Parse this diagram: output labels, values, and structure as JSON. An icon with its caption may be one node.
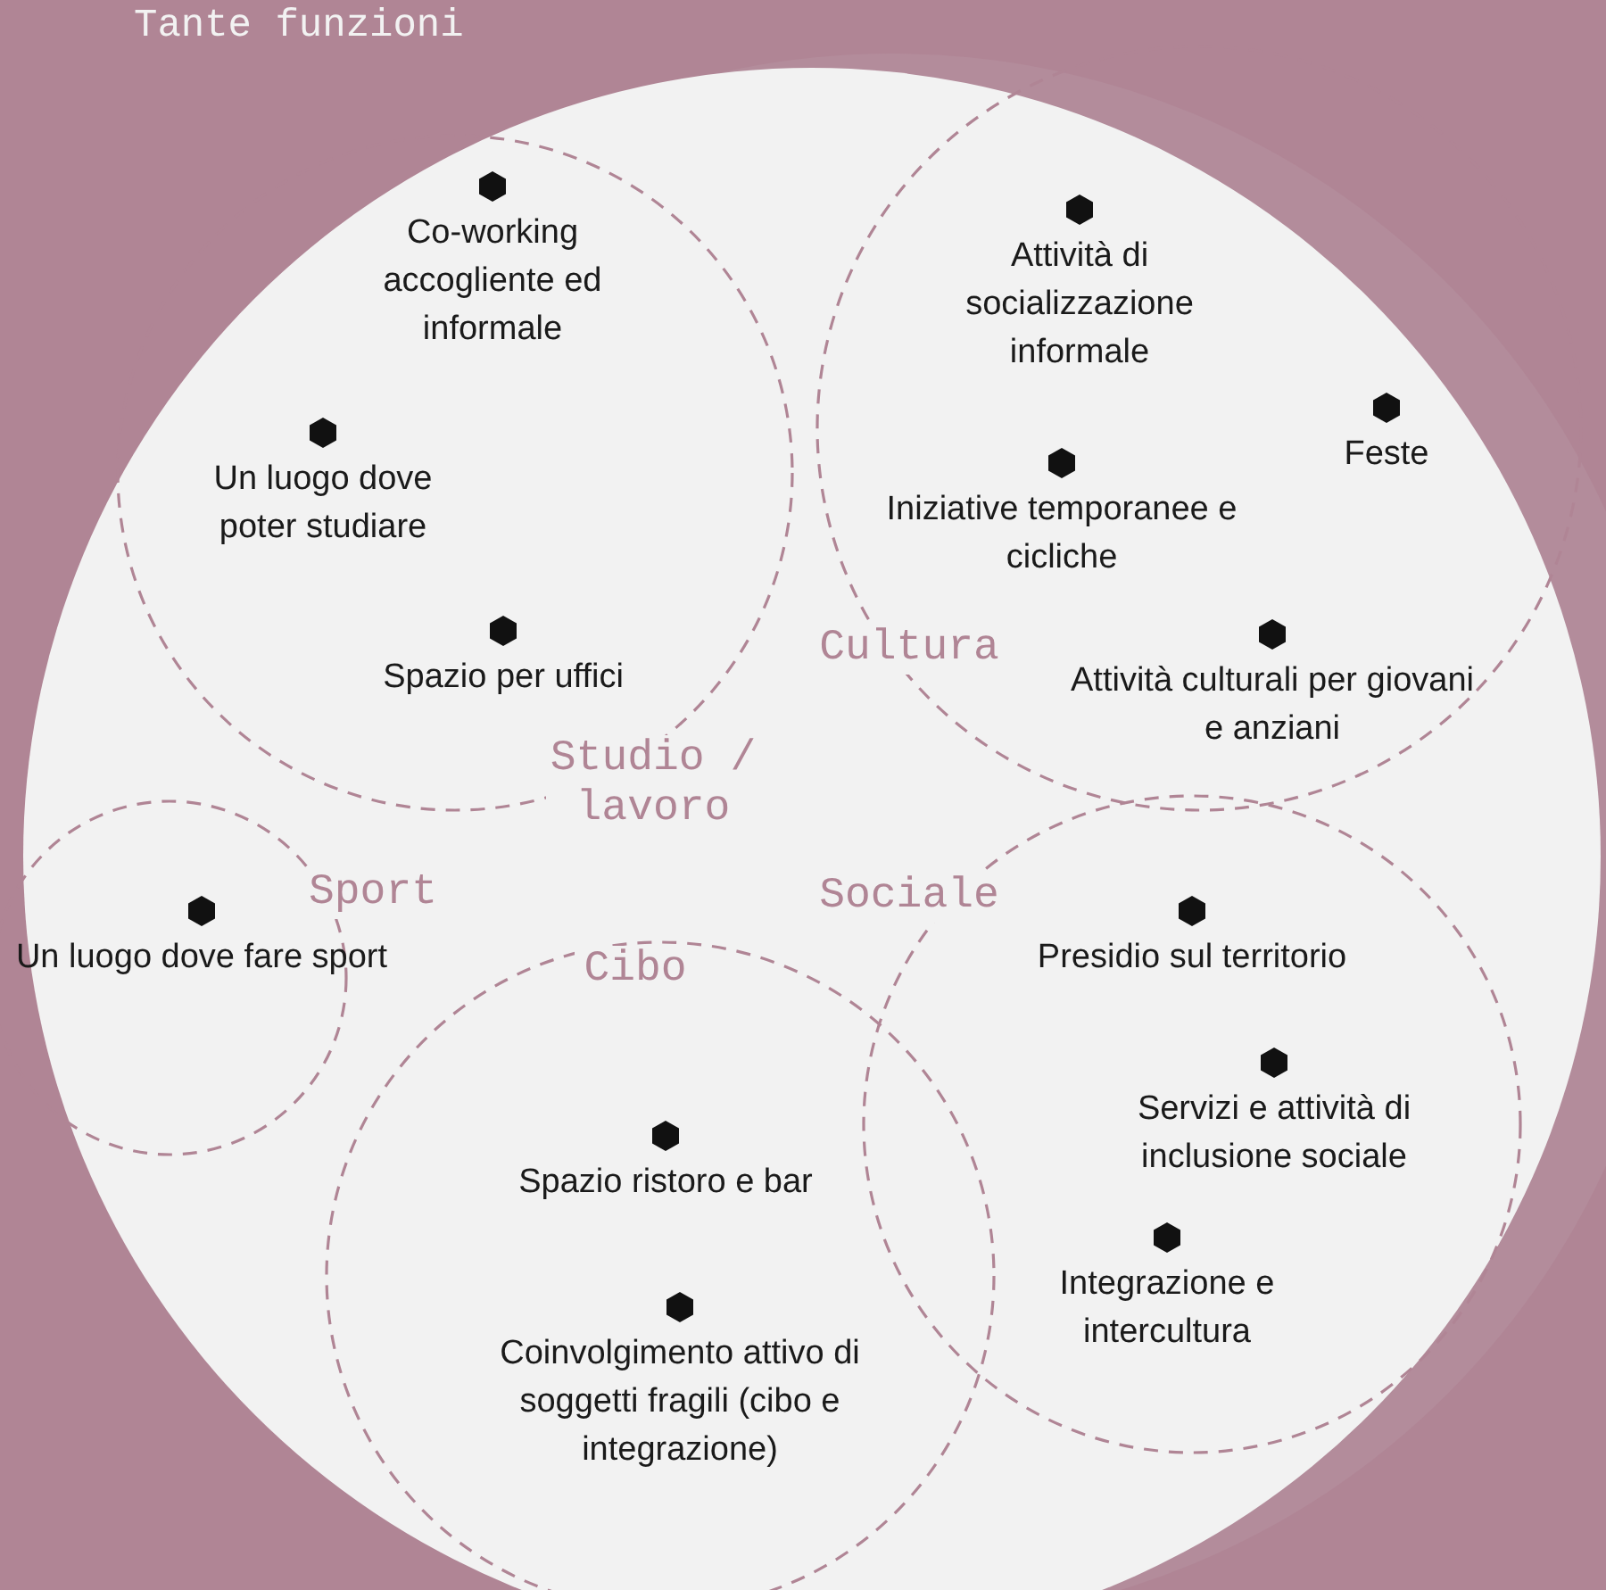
{
  "diagram": {
    "title": "Tante funzioni",
    "nodes": [
      {
        "text": [
          "Studio / lavoro"
        ]
      },
      {
        "text": [
          "Cultura"
        ]
      },
      {
        "text": [
          "Sport"
        ]
      },
      {
        "text": [
          "Cibo"
        ]
      },
      {
        "text": [
          "Sociale"
        ]
      }
    ],
    "edges": [],
    "labels": [
      "Co-working accogliente ed informale",
      "Attività di socializzazione informale",
      "Feste",
      "Un luogo dove poter studiare",
      "Iniziative temporanee e cicliche",
      "Spazio per uffici",
      "Attività culturali per giovani e anziani",
      "Un luogo dove fare sport",
      "Presidio sul territorio",
      "Servizi e attività di inclusione sociale",
      "Spazio ristoro e bar",
      "Integrazione e intercultura",
      "Coinvolgimento attivo di soggetti fragili (cibo e integrazione)"
    ]
  }
}
